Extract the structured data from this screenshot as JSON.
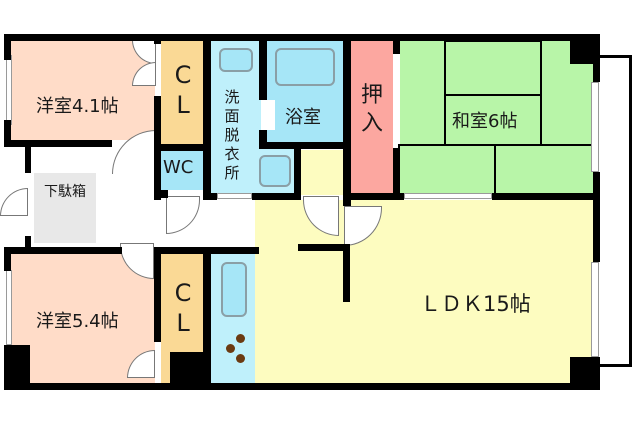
{
  "floorplan": {
    "rooms": {
      "western_room_1": {
        "label": "洋室4.1帖",
        "color": "#ffdcc8"
      },
      "western_room_2": {
        "label": "洋室5.4帖",
        "color": "#ffdcc8"
      },
      "closet_1": {
        "label": "CL",
        "color": "#fad995"
      },
      "closet_2": {
        "label": "CL",
        "color": "#fad995"
      },
      "toilet": {
        "label": "WC",
        "color": "#a6e6f7"
      },
      "washroom": {
        "label": "洗面脱衣所",
        "color": "#bff0fb"
      },
      "bathroom": {
        "label": "浴室",
        "color": "#a6e6f7"
      },
      "oshiire": {
        "label": "押入",
        "color": "#fca7a0"
      },
      "japanese_room": {
        "label": "和室6帖",
        "color": "#b8f5a8"
      },
      "shoe_box": {
        "label": "下駄箱",
        "color": "#e8e8e8"
      },
      "ldk": {
        "label": "ＬＤＫ15帖",
        "color": "#fdfcc0"
      },
      "storage": {
        "label": "",
        "color": "#fdfcc0"
      },
      "kitchen": {
        "label": "",
        "color": "#bff0fb"
      }
    },
    "colors": {
      "wall": "#000000",
      "fixture_border": "#8a9fa6",
      "burner": "#6b3a12"
    }
  }
}
